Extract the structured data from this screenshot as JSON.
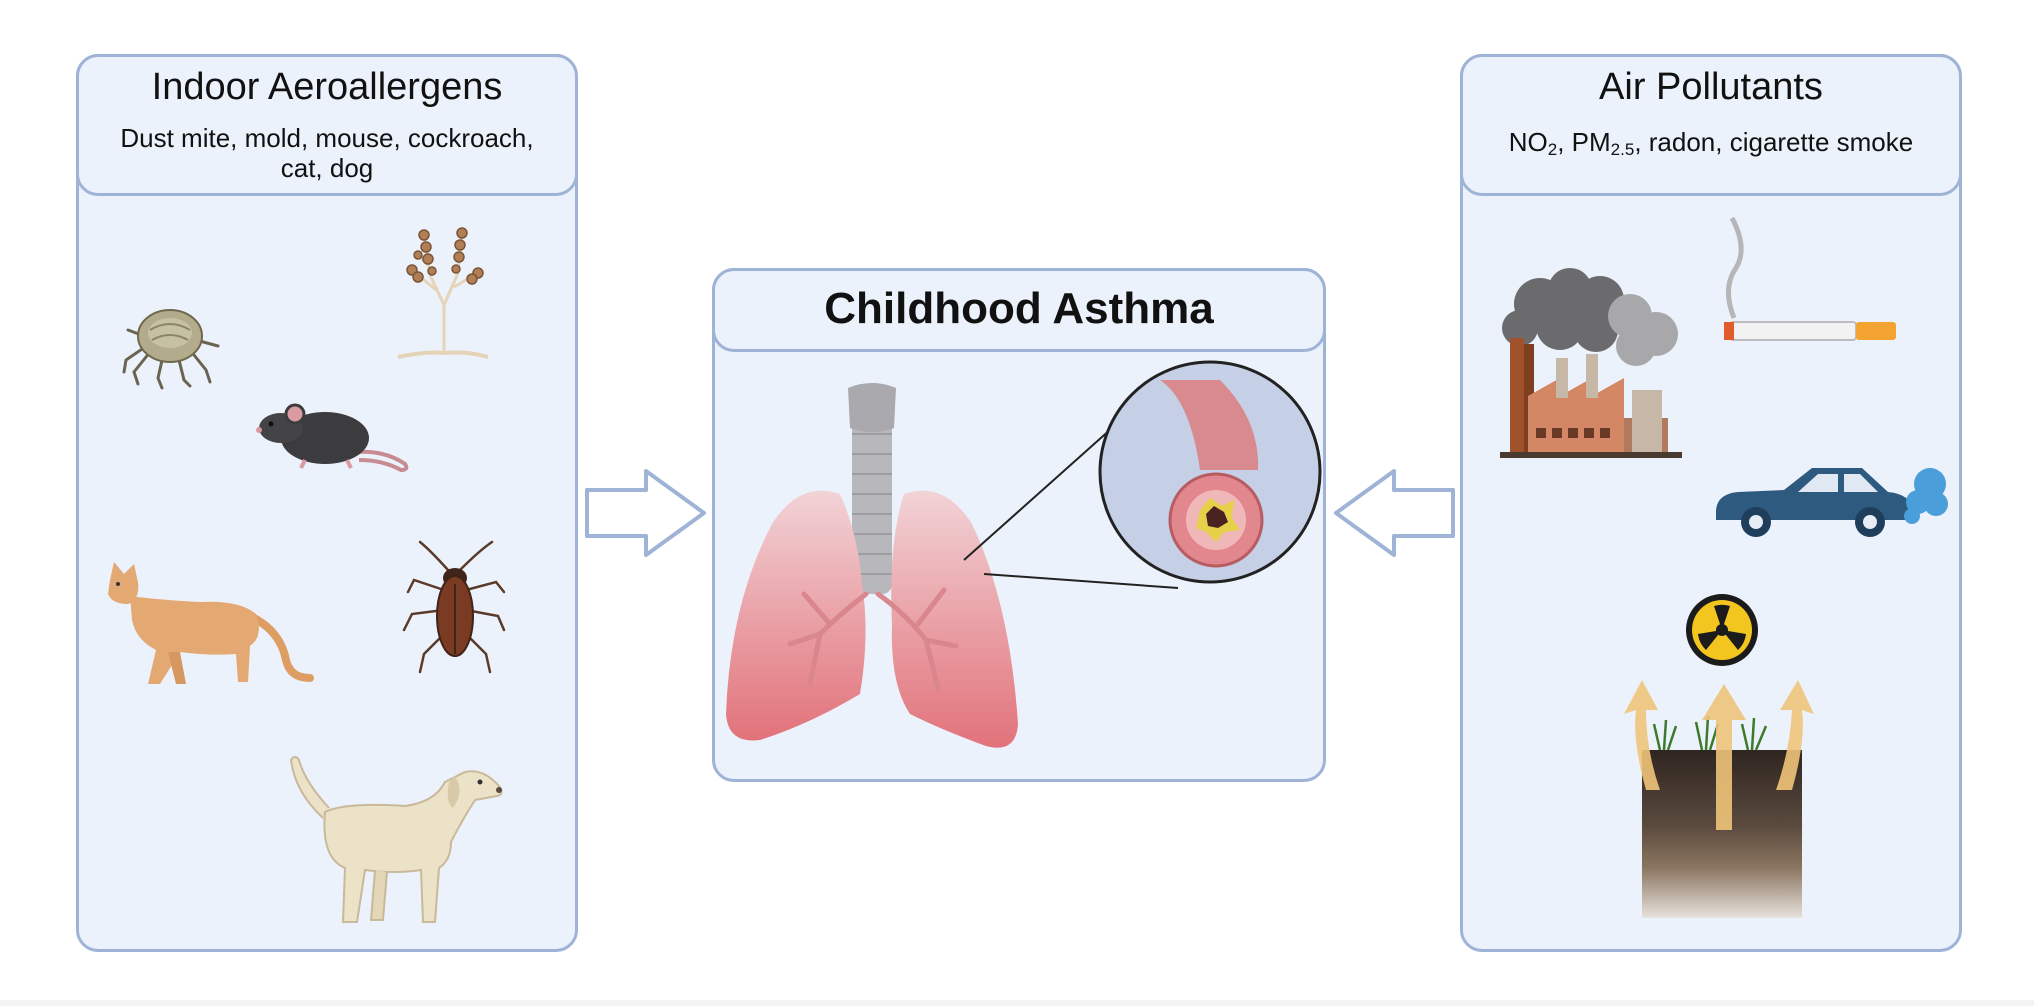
{
  "left_panel": {
    "title": "Indoor Aeroallergens",
    "subtitle": "Dust mite, mold, mouse, cockroach, cat, dog"
  },
  "center_panel": {
    "title": "Childhood Asthma"
  },
  "right_panel": {
    "title": "Air Pollutants",
    "subtitle_parts": [
      "NO",
      "2",
      ", PM",
      "2.5",
      ", radon, cigarette smoke"
    ]
  },
  "colors": {
    "panel_fill": "#ecf2fb",
    "panel_border": "#9eb3d6",
    "arrow_fill": "#ffffff",
    "lung": "#e2727a"
  }
}
